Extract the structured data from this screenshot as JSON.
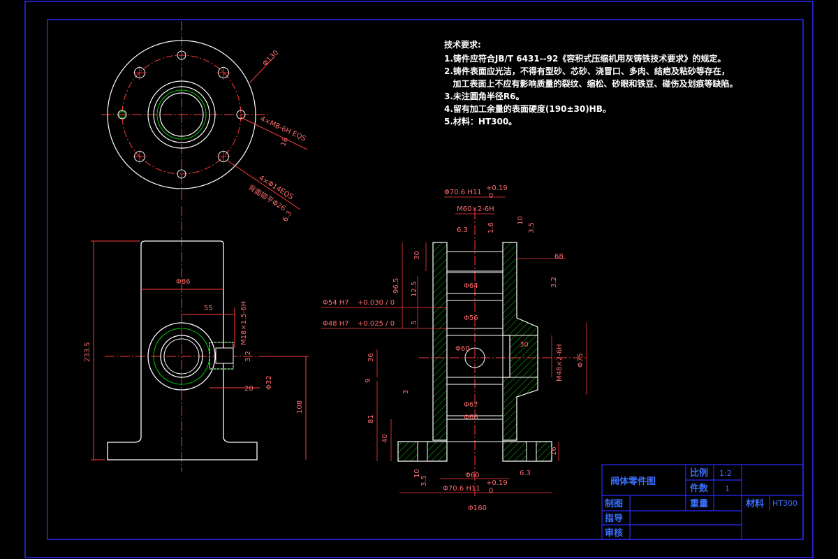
{
  "colors": {
    "background": "#000000",
    "outline": "#ffffff",
    "frame": "#2a2aff",
    "dimension": "#ff3b3b",
    "hatch": "#00c800",
    "center": "#ff3b3b"
  },
  "tech_requirements": {
    "title": "技术要求:",
    "items": [
      "1.铸件应符合JB/T  6431--92《容积式压缩机用灰铸铁技术要求》的规定。",
      "2.铸件表面应光洁，不得有型砂、芯砂、浇冒口、多肉、结疤及粘砂等存在，",
      "   加工表面上不应有影响质量的裂纹、缩松、砂眼和铁豆、碰伤及划痕等缺陷。",
      "3.未注圆角半径R6。",
      "4.留有加工余量的表面硬度(190±30)HB。",
      "5.材料：HT300。"
    ]
  },
  "top_view": {
    "dim_phi130": "Φ130",
    "holes_note": "4×M8-6H EQS",
    "holes_depth": "16",
    "holes2_note": "4×Φ14EQS",
    "holes2_counterbore": "背面锪平Φ26",
    "holes2_depth": "6.3"
  },
  "front_view": {
    "dim_phi86": "Φ86",
    "dim_55": "55",
    "thread": "M18×1.5-6H",
    "dim_233": "233.5",
    "dim_108": "108",
    "dim_20": "20",
    "dim_phi32": "Φ32",
    "rough": "3.2"
  },
  "section_view": {
    "d_phi70_top": "Φ70.6 H11",
    "tol_top": [
      "+0.19",
      "0"
    ],
    "thread_top": "M60×2-6H",
    "d_phi54": "Φ54 H7",
    "tol_54": "+0.030 / 0",
    "d_phi48": "Φ48 H7",
    "tol_48": "+0.025 / 0",
    "d_phi64": "Φ64",
    "d_phi56": "Φ56",
    "d_phi60": "Φ60",
    "d_phi67": "Φ67",
    "d_phi66": "Φ66",
    "d_phi60b": "Φ60",
    "d_phi70_bot": "Φ70.6 H11",
    "tol_bot": [
      "+0.19",
      "0"
    ],
    "d_phi160": "Φ160",
    "d_phi75": "Φ75",
    "thread_side": "M48×2-6H",
    "dim_30": "30",
    "dim_68": "68",
    "dim_30v": "30",
    "dim_965": "96.5",
    "dim_125": "12.5",
    "dim_5": "5",
    "dim_36": "36",
    "dim_9": "9",
    "dim_3": "3",
    "dim_81": "81",
    "dim_40": "40",
    "dim_35": "3.5",
    "dim_10": "10",
    "dim_16": "16",
    "dim_35b": "3.5",
    "dim_10b": "10",
    "rough_63": "6.3",
    "rough_16": "1.6",
    "rough_32": "3.2"
  },
  "title_block": {
    "name": "阀体零件图",
    "scale_label": "比例",
    "scale_value": "1:2",
    "count_label": "件数",
    "count_value": "1",
    "drawn_label": "制图",
    "weight_label": "重量",
    "material_label": "材料",
    "material_value": "HT300",
    "guide_label": "指导",
    "review_label": "审核"
  }
}
